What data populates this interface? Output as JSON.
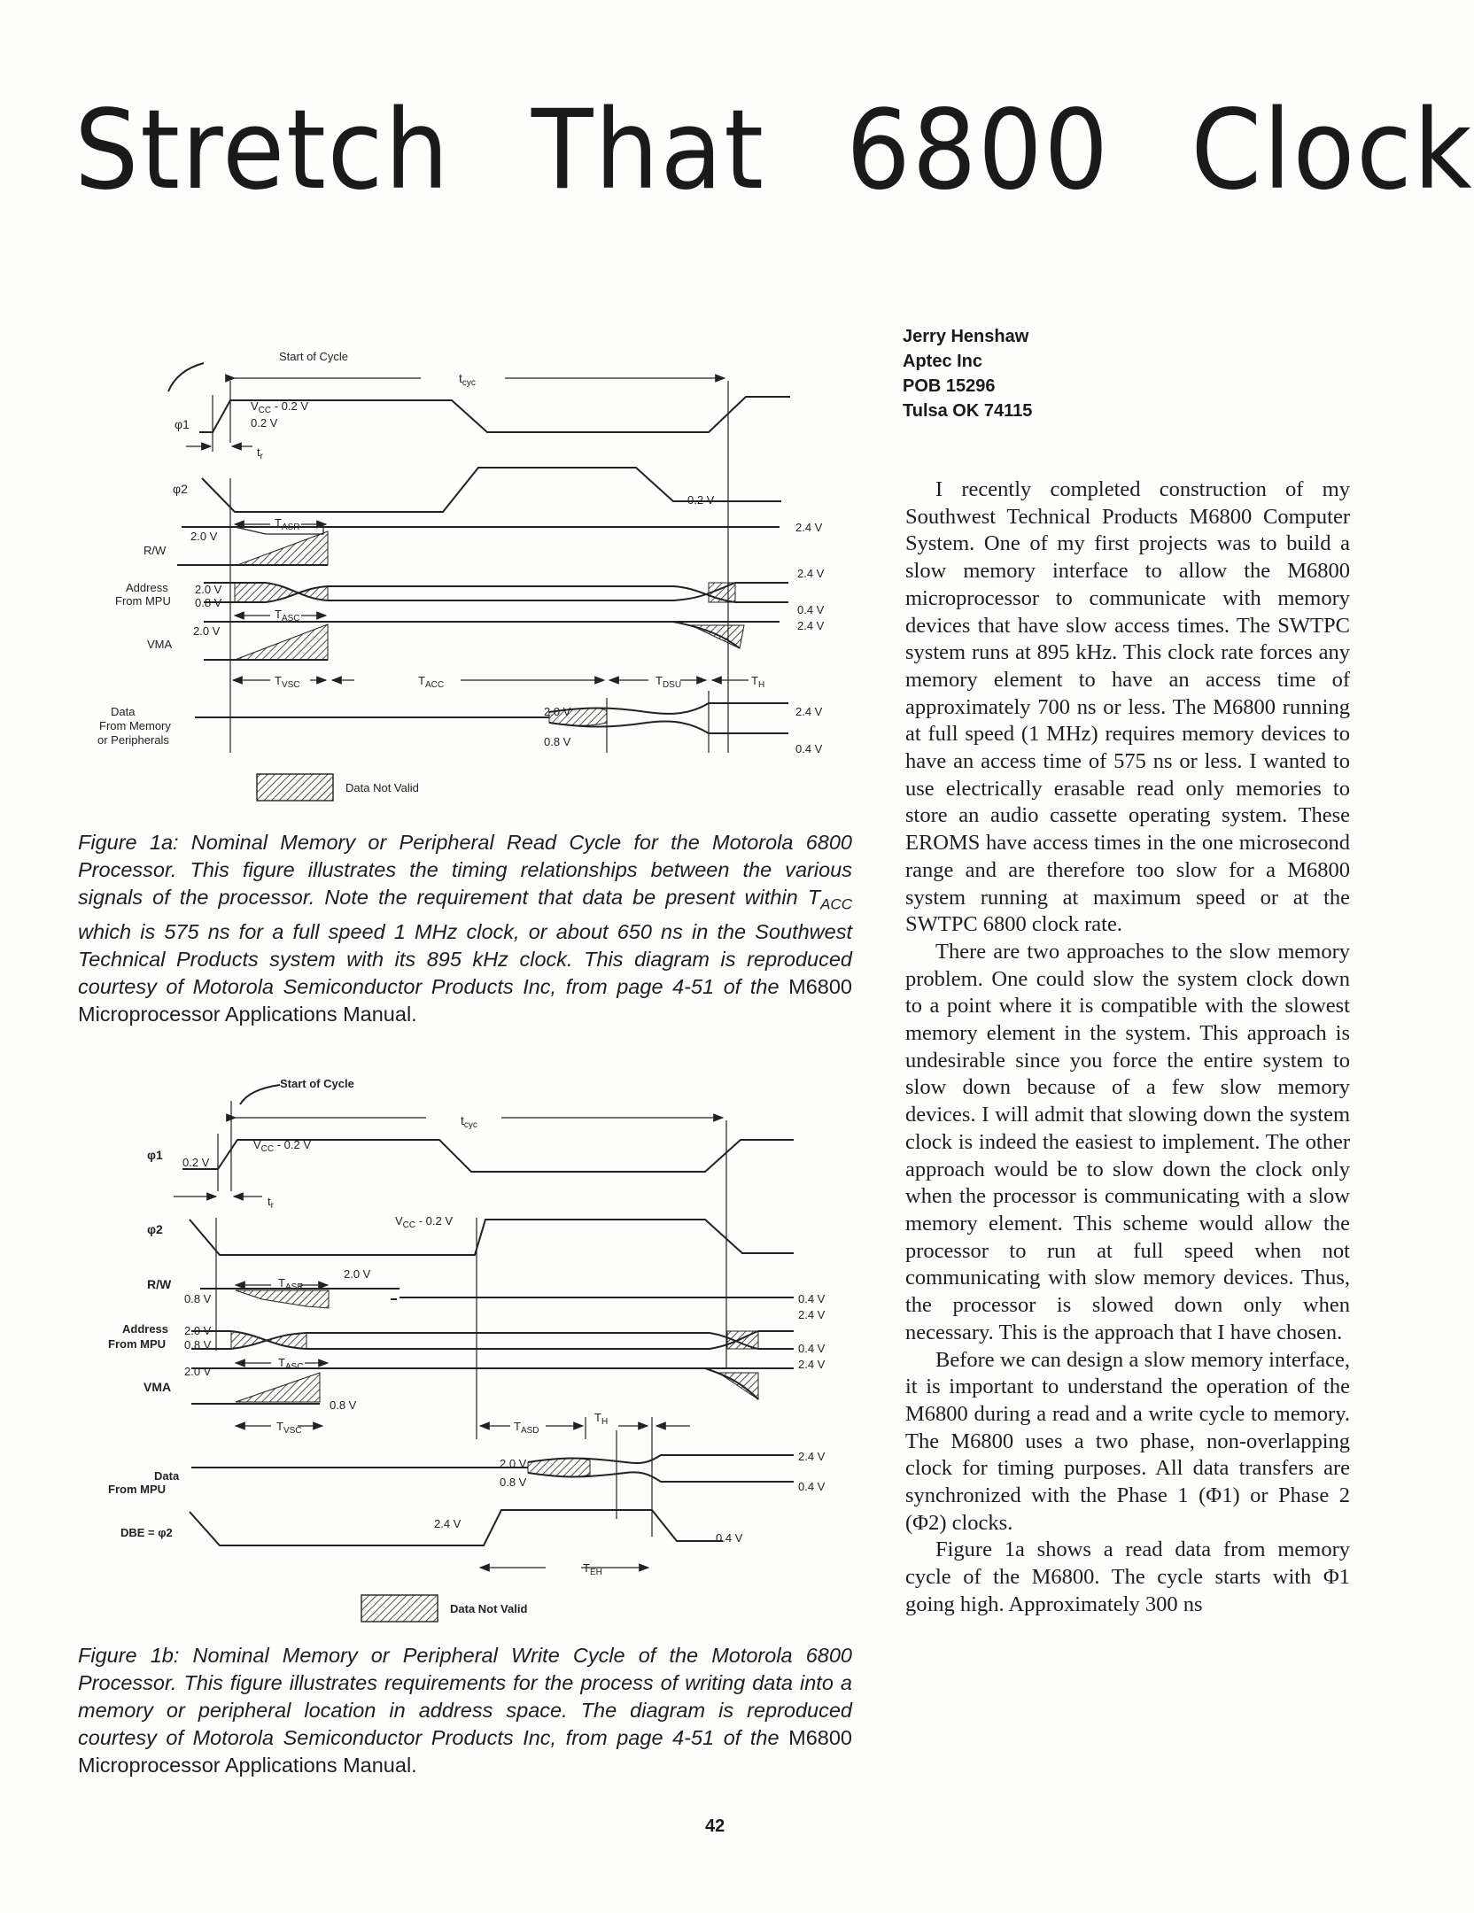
{
  "title": "Stretch That 6800 Clock",
  "author": {
    "name": "Jerry Henshaw",
    "company": "Aptec Inc",
    "pob": "POB 15296",
    "city": "Tulsa OK 74115"
  },
  "fig1a": {
    "start_of_cycle": "Start of Cycle",
    "tcyc": "t",
    "tcyc_sub": "cyc",
    "phi1": "φ1",
    "phi2": "φ2",
    "rw": "R/W",
    "address_l1": "Address",
    "address_l2": "From MPU",
    "vma": "VMA",
    "data_l1": "Data",
    "data_l2": "From Memory",
    "data_l3": "or Peripherals",
    "vcc_minus": "V",
    "vcc_sub": "CC",
    "vcc_rest": " - 0.2 V",
    "v02": "0.2 V",
    "tr": "t",
    "tr_sub": "r",
    "v20": "2.0 V",
    "v08": "0.8 V",
    "v24": "2.4 V",
    "v04": "0.4 V",
    "tasr": "T",
    "tasr_sub": "ASR",
    "tasc": "T",
    "tasc_sub": "ASC",
    "tvsc": "T",
    "tvsc_sub": "VSC",
    "tacc": "T",
    "tacc_sub": "ACC",
    "tdsu": "T",
    "tdsu_sub": "DSU",
    "th": "T",
    "th_sub": "H",
    "legend": "Data Not Valid"
  },
  "caption1": {
    "part1": "Figure 1a: Nominal Memory or Peripheral Read Cycle for the Motorola 6800 Processor. This figure illustrates the timing relationships between the various signals of the processor. Note the requirement that data be present within T",
    "sub": "ACC",
    "part2": " which is 575 ns for a full speed 1 MHz clock, or about 650 ns in the Southwest Technical Products system with its 895 kHz clock. This diagram is reproduced courtesy of Motorola Semiconductor Products Inc, from page 4-51 of the ",
    "book": "M6800 Microprocessor Applications Manual."
  },
  "fig1b": {
    "start_of_cycle": "Start of Cycle",
    "tcyc": "t",
    "tcyc_sub": "cyc",
    "phi1": "φ1",
    "phi2": "φ2",
    "rw": "R/W",
    "address_l1": "Address",
    "address_l2": "From MPU",
    "vma": "VMA",
    "data_l1": "Data",
    "data_l2": "From MPU",
    "dbe": "DBE = φ2",
    "vcc_minus": "V",
    "vcc_sub": "CC",
    "vcc_rest": " - 0.2 V",
    "v02": "0.2 V",
    "tr": "t",
    "tr_sub": "r",
    "v20": "2.0 V",
    "v08": "0.8 V",
    "v24": "2.4 V",
    "v04": "0.4 V",
    "tasr": "T",
    "tasr_sub": "ASR",
    "tasc": "T",
    "tasc_sub": "ASC",
    "tvsc": "T",
    "tvsc_sub": "VSC",
    "tasd": "T",
    "tasd_sub": "ASD",
    "th": "T",
    "th_sub": "H",
    "teh": "T",
    "teh_sub": "EH",
    "legend": "Data Not Valid"
  },
  "caption2": {
    "part1": "Figure 1b: Nominal Memory or Peripheral Write Cycle of the Motorola 6800 Processor. This figure illustrates requirements for the process of writing data into a memory or peripheral location in address space. The diagram is reproduced courtesy of Motorola Semiconductor Products Inc, from page 4-51 of the ",
    "book": "M6800 Microprocessor Applications Manual."
  },
  "body": [
    "I recently completed construction of my Southwest Technical Products M6800 Computer System. One of my first projects was to build a slow memory interface to allow the M6800 microprocessor to communicate with memory devices that have slow access times. The SWTPC system runs at 895 kHz. This clock rate forces any memory element to have an access time of approximately 700 ns or less. The M6800 running at full speed (1 MHz) requires memory devices to have an access time of 575 ns or less. I wanted to use electrically erasable read only memories to store an audio cassette operating system. These EROMS have access times in the one microsecond range and are therefore too slow for a M6800 system running at maximum speed or at the SWTPC 6800 clock rate.",
    "There are two approaches to the slow memory problem. One could slow the system clock down to a point where it is compatible with the slowest memory element in the system. This approach is undesirable since you force the entire system to slow down because of a few slow memory devices. I will admit that slowing down the system clock is indeed the easiest to implement. The other approach would be to slow down the clock only when the processor is communicating with a slow memory element. This scheme would allow the processor to run at full speed when not communicating with slow memory devices. Thus, the processor is slowed down only when necessary. This is the approach that I have chosen.",
    "Before we can design a slow memory interface, it is important to understand the operation of the M6800 during a read and a write cycle to memory. The M6800 uses a two phase, non-overlapping clock for timing purposes. All data transfers are synchronized with the Phase 1 (Φ1) or Phase 2 (Φ2) clocks.",
    "Figure 1a shows a read data from memory cycle of the M6800. The cycle starts with Φ1 going high. Approximately 300 ns"
  ],
  "page_number": "42"
}
